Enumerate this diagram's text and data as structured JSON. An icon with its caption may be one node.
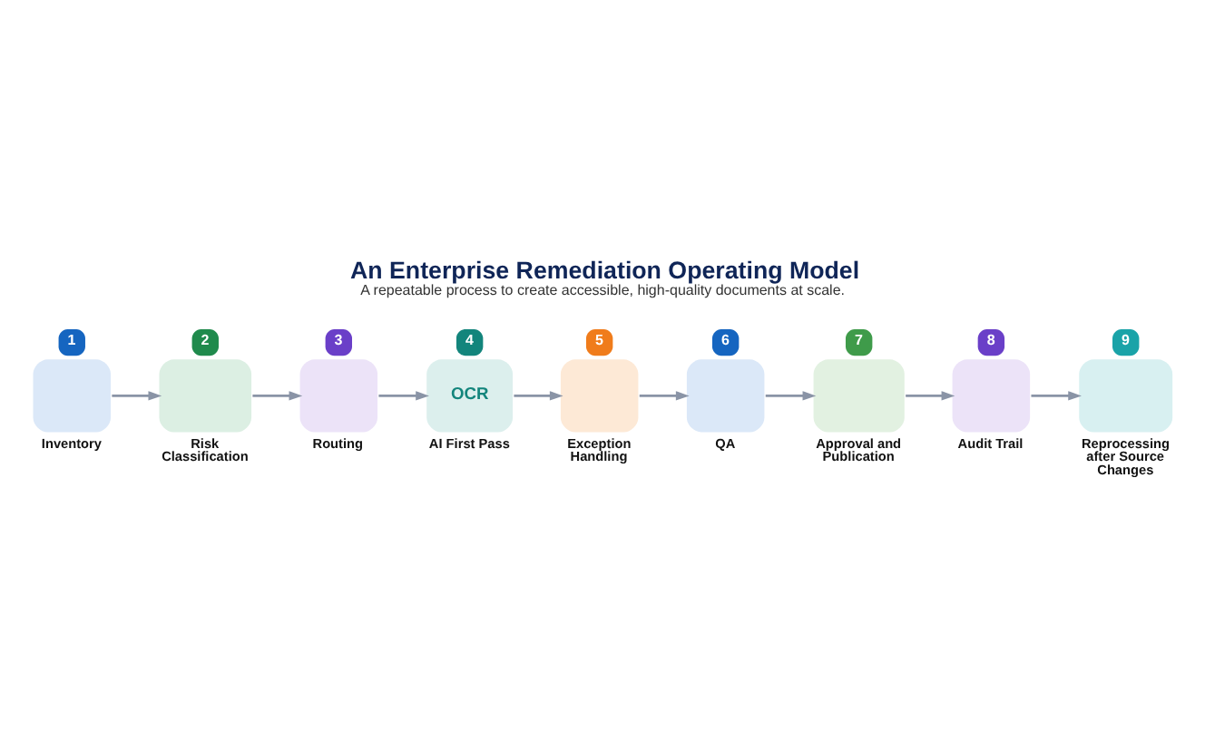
{
  "diagram": {
    "title": "An Enterprise Remediation Operating Model",
    "caption": "A repeatable process to create accessible, high-quality documents at scale.",
    "nodes": [
      {
        "text": [
          "1",
          "Inventory"
        ]
      },
      {
        "text": [
          "2",
          "Risk Classification"
        ]
      },
      {
        "text": [
          "3",
          "Routing"
        ]
      },
      {
        "text": [
          "4",
          "OCR",
          "AI First Pass"
        ]
      },
      {
        "text": [
          "5",
          "Exception Handling"
        ]
      },
      {
        "text": [
          "6",
          "QA"
        ]
      },
      {
        "text": [
          "7",
          "Approval and Publication"
        ]
      },
      {
        "text": [
          "8",
          "Audit Trail"
        ]
      },
      {
        "text": [
          "9",
          "Reprocessing after Source Changes"
        ]
      }
    ],
    "edges": [
      {
        "from": 0,
        "to": 1,
        "arrow": "to"
      },
      {
        "from": 1,
        "to": 2,
        "arrow": "to"
      },
      {
        "from": 2,
        "to": 3,
        "arrow": "to"
      },
      {
        "from": 3,
        "to": 4,
        "arrow": "to"
      },
      {
        "from": 4,
        "to": 5,
        "arrow": "to"
      },
      {
        "from": 5,
        "to": 6,
        "arrow": "to"
      },
      {
        "from": 6,
        "to": 7,
        "arrow": "to"
      },
      {
        "from": 7,
        "to": 8,
        "arrow": "to"
      }
    ]
  }
}
